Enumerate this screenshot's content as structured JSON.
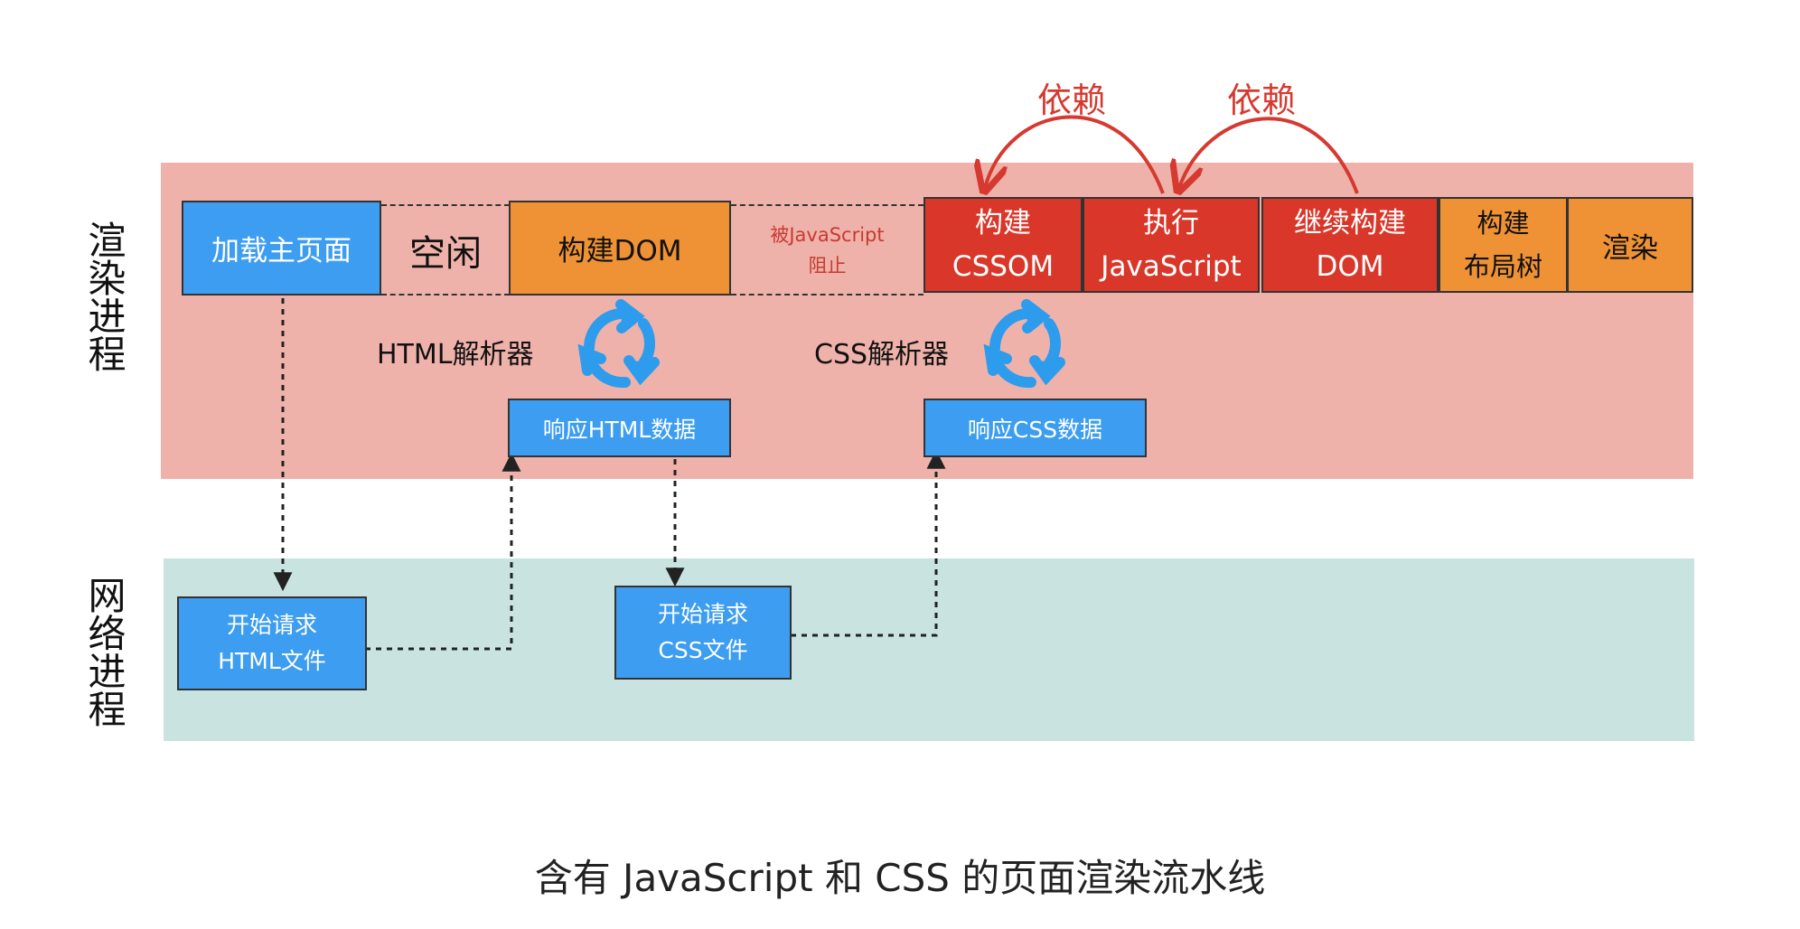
{
  "lanes": {
    "render": "渲染进程",
    "network": "网络进程"
  },
  "pipeline": {
    "load_main_page": "加载主页面",
    "idle": "空闲",
    "build_dom": "构建DOM",
    "blocked_by_js": "被JavaScript\n阻止",
    "build_cssom": "构建\nCSSOM",
    "execute_js": "执行\nJavaScript",
    "continue_dom": "继续构建\nDOM",
    "build_layout_tree": "构建\n布局树",
    "render": "渲染"
  },
  "parsers": {
    "html_parser": "HTML解析器",
    "css_parser": "CSS解析器",
    "html_response": "响应HTML数据",
    "css_response": "响应CSS数据"
  },
  "network_boxes": {
    "request_html": "开始请求\nHTML文件",
    "request_css": "开始请求\nCSS文件"
  },
  "dependencies": [
    "依赖",
    "依赖"
  ],
  "caption": "含有 JavaScript 和 CSS 的页面渲染流水线",
  "colors": {
    "render_band": "#efb2aa",
    "network_band": "#c9e3e1",
    "blue": "#3d9df0",
    "orange": "#ef9235",
    "red": "#d9372a",
    "annotation": "#d6392f"
  }
}
